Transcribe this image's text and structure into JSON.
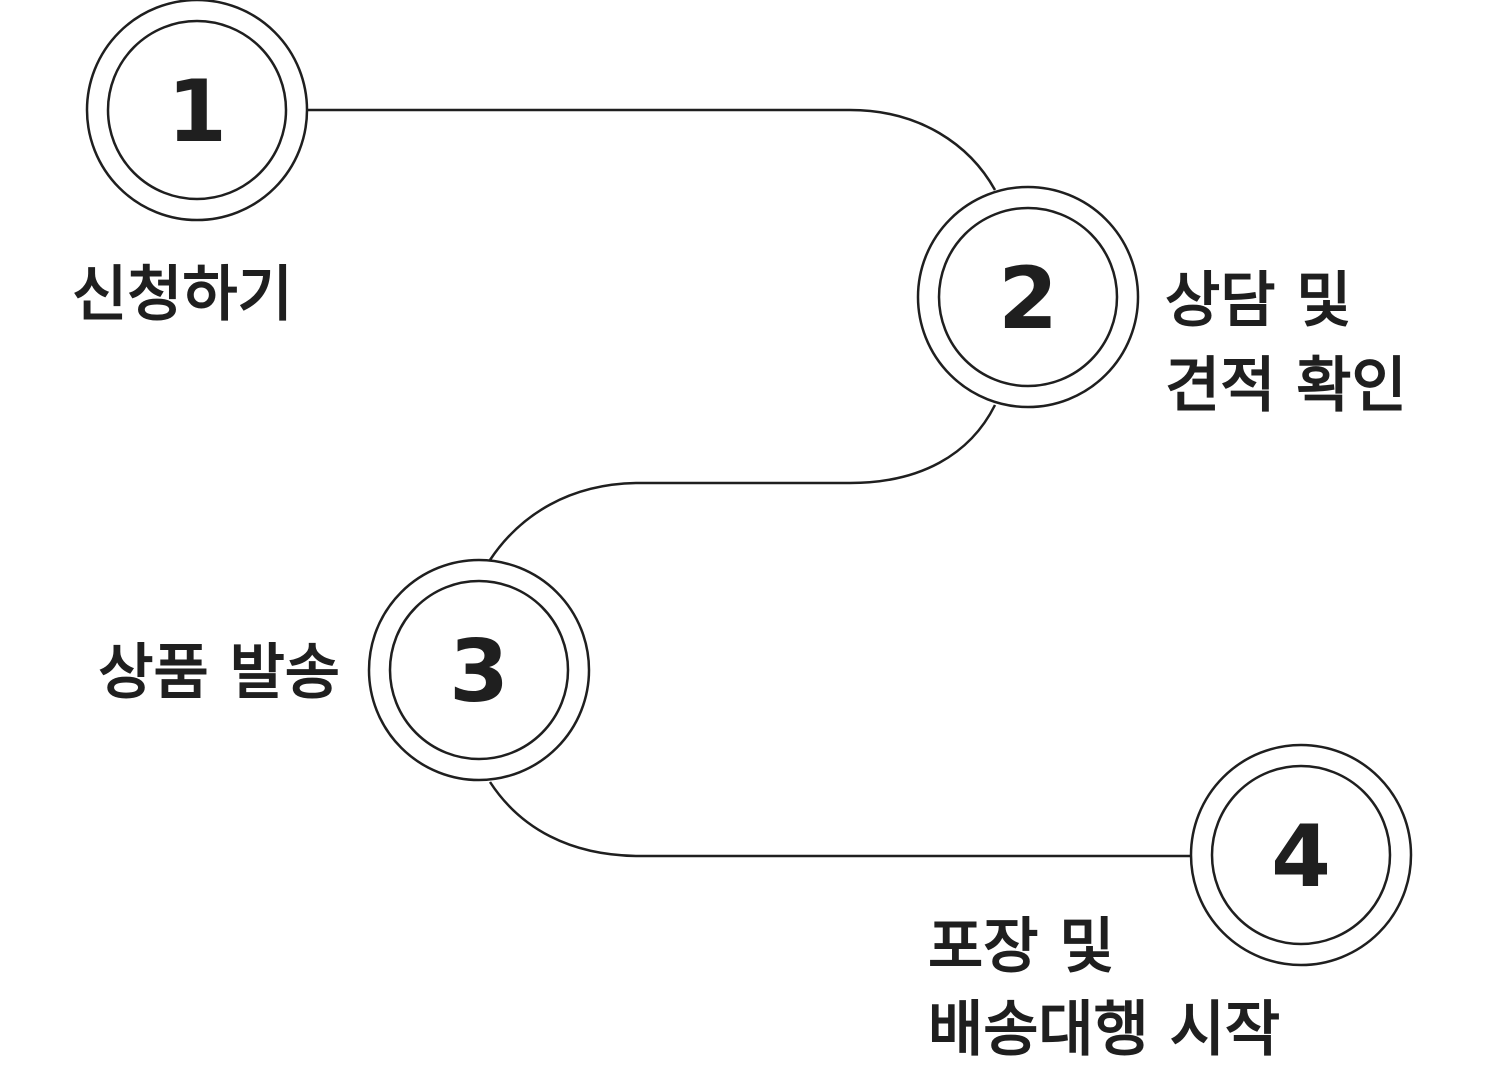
{
  "colors": {
    "stroke": "#1f1f1f",
    "background": "#ffffff",
    "text": "#1f1f1f"
  },
  "steps": [
    {
      "number": "1",
      "label_lines": [
        "신청하기"
      ]
    },
    {
      "number": "2",
      "label_lines": [
        "상담 및",
        "견적 확인"
      ]
    },
    {
      "number": "3",
      "label_lines": [
        "상품 발송"
      ]
    },
    {
      "number": "4",
      "label_lines": [
        "포장 및",
        "배송대행 시작"
      ]
    }
  ]
}
